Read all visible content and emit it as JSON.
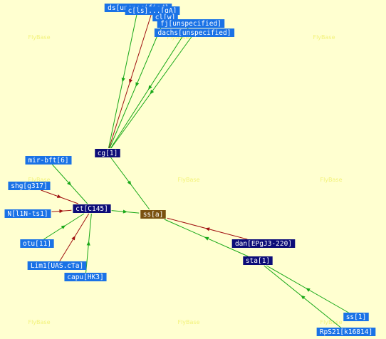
{
  "diagram": {
    "colors": {
      "background": "#ffffd0",
      "edge_green": "#18a818",
      "edge_red": "#a01010",
      "node_blue": "#1a72e6",
      "node_navy": "#0c0c78",
      "node_brown": "#7a5210",
      "label_text": "#ffffff",
      "watermark": "#f2f27a"
    },
    "watermark_text": "FlyBase",
    "nodes": [
      {
        "id": "ds",
        "label": "ds[unspecified]",
        "style": "blue"
      },
      {
        "id": "cl",
        "label": "c[ls]...[gA]",
        "style": "blue"
      },
      {
        "id": "cm",
        "label": "cl[w]",
        "style": "blue"
      },
      {
        "id": "fj",
        "label": "fj[unspecified]",
        "style": "blue"
      },
      {
        "id": "dachs",
        "label": "dachs[unspecified]",
        "style": "blue"
      },
      {
        "id": "cg",
        "label": "cg[1]",
        "style": "navy"
      },
      {
        "id": "mirbft",
        "label": "mir-bft[6]",
        "style": "blue"
      },
      {
        "id": "shg",
        "label": "shg[g317]",
        "style": "blue"
      },
      {
        "id": "N",
        "label": "N[l1N-ts1]",
        "style": "blue"
      },
      {
        "id": "ct",
        "label": "ct[C145]",
        "style": "navy"
      },
      {
        "id": "ss",
        "label": "ss[a]",
        "style": "brown"
      },
      {
        "id": "otu",
        "label": "otu[11]",
        "style": "blue"
      },
      {
        "id": "dan",
        "label": "dan[EPgJ3-220]",
        "style": "navy"
      },
      {
        "id": "sta",
        "label": "sta[1]",
        "style": "navy"
      },
      {
        "id": "lim1",
        "label": "Lim1[UAS.cTa]",
        "style": "blue"
      },
      {
        "id": "capu",
        "label": "capu[HK3]",
        "style": "blue"
      },
      {
        "id": "ss1",
        "label": "ss[1]",
        "style": "blue"
      },
      {
        "id": "rps",
        "label": "RpS21[k16814]",
        "style": "blue"
      }
    ],
    "edges": [
      {
        "from": "ds",
        "to": "cg",
        "color": "green"
      },
      {
        "from": "cl",
        "to": "cg",
        "color": "red"
      },
      {
        "from": "cm",
        "to": "cg",
        "color": "green"
      },
      {
        "from": "fj",
        "to": "cg",
        "color": "green"
      },
      {
        "from": "dachs",
        "to": "cg",
        "color": "green"
      },
      {
        "from": "cg",
        "to": "ss",
        "color": "green"
      },
      {
        "from": "mirbft",
        "to": "ct",
        "color": "green"
      },
      {
        "from": "shg",
        "to": "ct",
        "color": "red"
      },
      {
        "from": "N",
        "to": "ct",
        "color": "red"
      },
      {
        "from": "ct",
        "to": "ss",
        "color": "green"
      },
      {
        "from": "otu",
        "to": "ct",
        "color": "green"
      },
      {
        "from": "lim1",
        "to": "ct",
        "color": "red"
      },
      {
        "from": "capu",
        "to": "ct",
        "color": "green"
      },
      {
        "from": "dan",
        "to": "ss",
        "color": "red"
      },
      {
        "from": "sta",
        "to": "ss",
        "color": "green"
      },
      {
        "from": "ss1",
        "to": "sta",
        "color": "green"
      },
      {
        "from": "rps",
        "to": "sta",
        "color": "green"
      }
    ]
  }
}
